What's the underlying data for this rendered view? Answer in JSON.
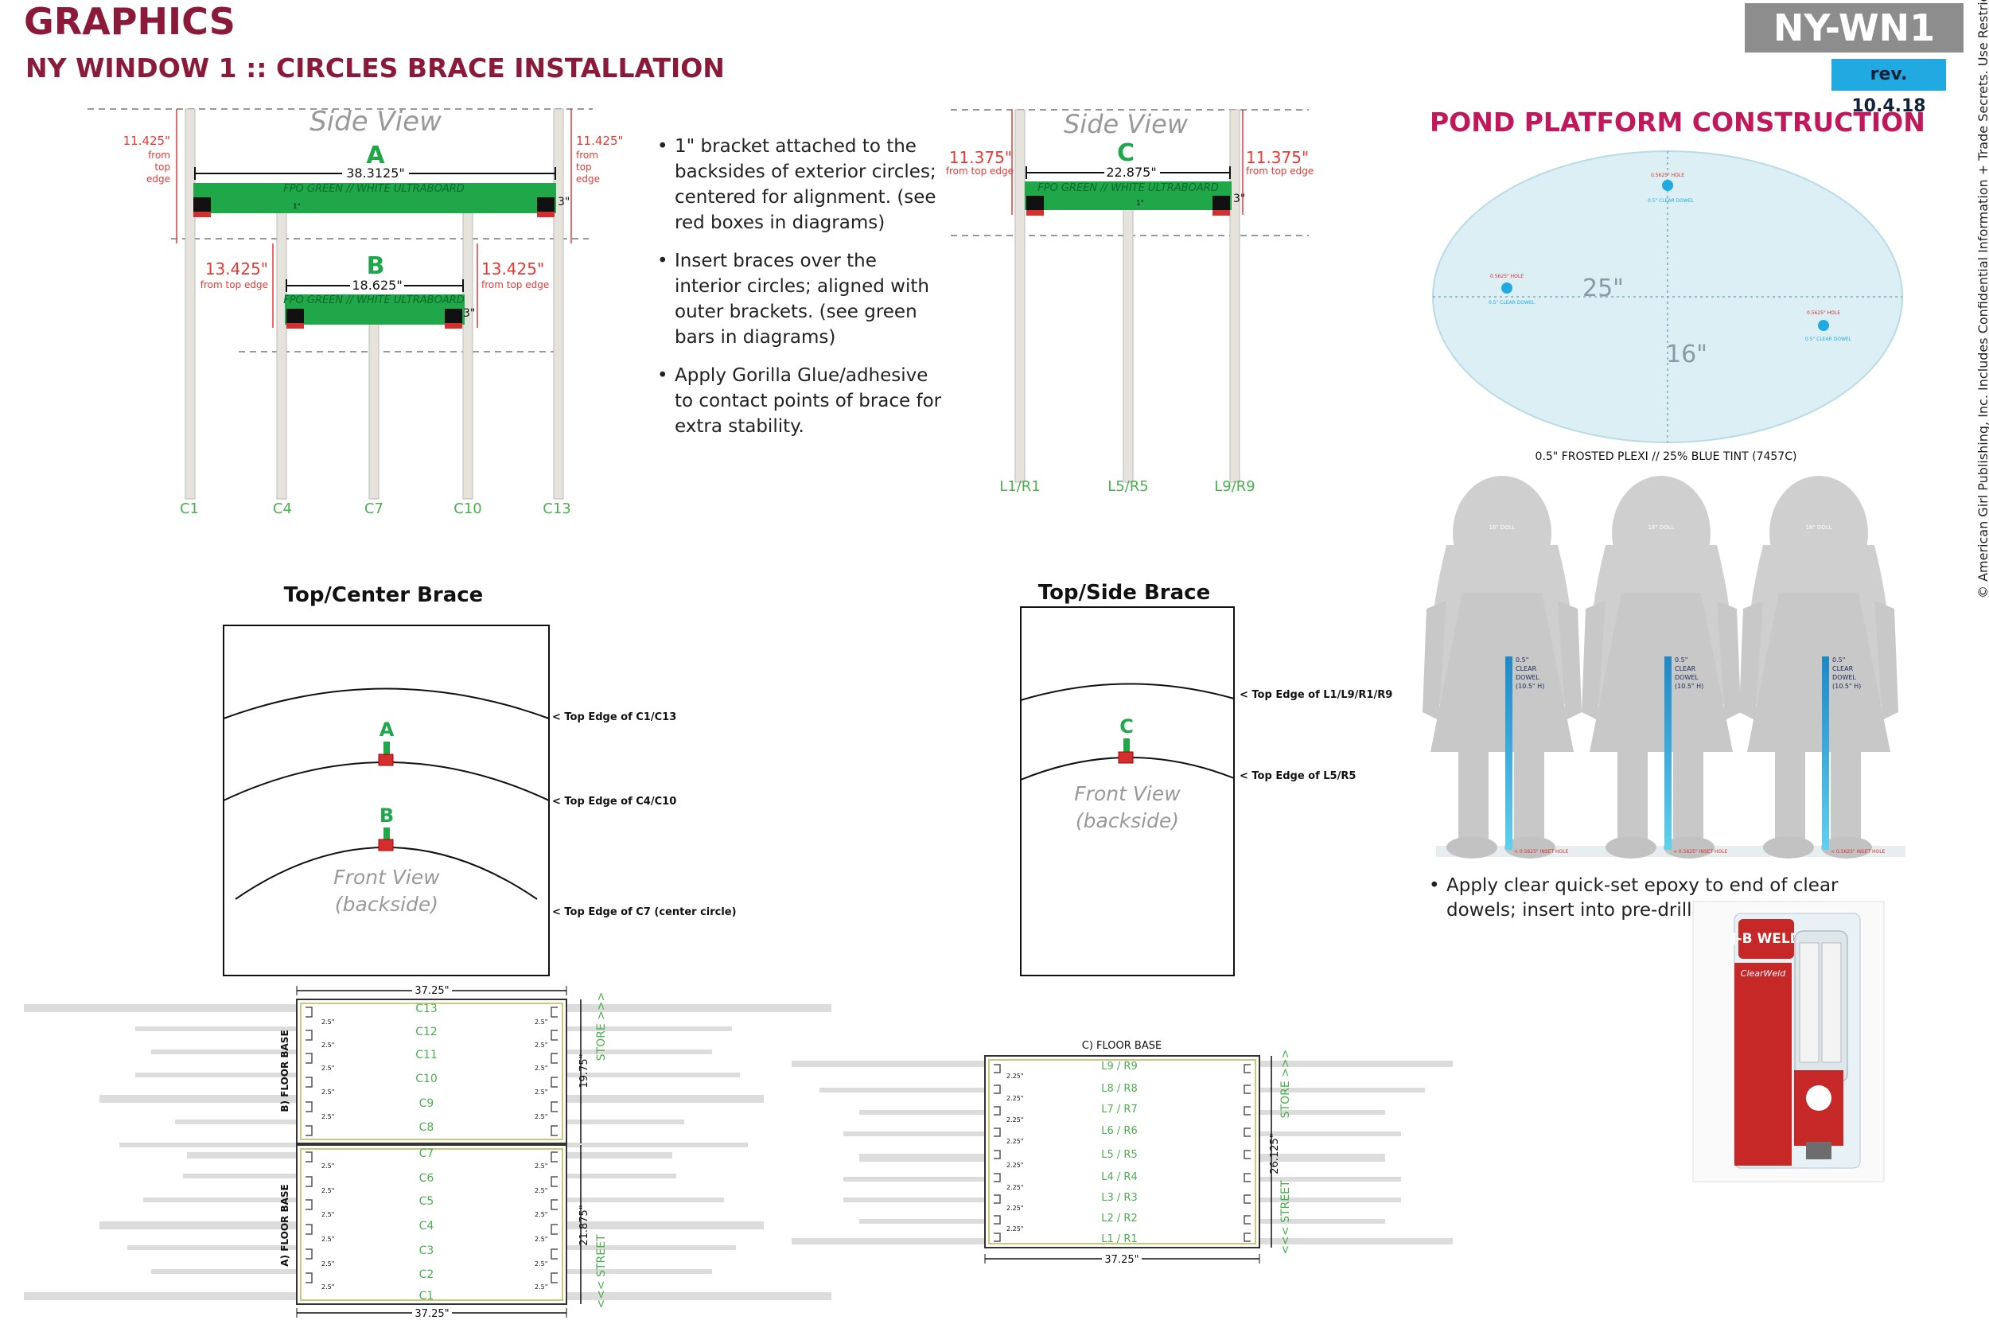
{
  "header": {
    "title": "GRAPHICS",
    "subtitle": "NY WINDOW 1 :: CIRCLES BRACE INSTALLATION",
    "code": "NY-WN1",
    "rev": "rev. 10.4.18",
    "side_note": "© American Girl Publishing, Inc. Includes Confidential Information + Trade Secrets. Use Restrictions Apply."
  },
  "colors": {
    "brand": "#8b1a3a",
    "green": "#1fa74a",
    "red": "#d32f2f",
    "blue": "#21a9e1",
    "measure_red": "#e53935"
  },
  "side_view_left": {
    "title": "Side View",
    "brace_a": {
      "letter": "A",
      "width": "38.3125\"",
      "board": "FPO GREEN // WHITE ULTRABOARD",
      "height": "3\"",
      "bracket": "1\""
    },
    "brace_b": {
      "letter": "B",
      "width": "18.625\"",
      "board": "FPO GREEN // WHITE ULTRABOARD",
      "height": "3\""
    },
    "dim_top_left": [
      "11.425\"",
      "from",
      "top",
      "edge"
    ],
    "dim_top_right": [
      "11.425\"",
      "from",
      "top",
      "edge"
    ],
    "dim_mid_left": [
      "13.425\"",
      "from top edge"
    ],
    "dim_mid_right": [
      "13.425\"",
      "from top edge"
    ],
    "posts": [
      "C1",
      "C4",
      "C7",
      "C10",
      "C13"
    ]
  },
  "side_view_right": {
    "title": "Side View",
    "brace_c": {
      "letter": "C",
      "width": "22.875\"",
      "board": "FPO GREEN // WHITE ULTRABOARD",
      "height": "3\"",
      "bracket": "1\""
    },
    "dim_left": [
      "11.375\"",
      "from top edge"
    ],
    "dim_right": [
      "11.375\"",
      "from top edge"
    ],
    "posts": [
      "L1/R1",
      "L5/R5",
      "L9/R9"
    ]
  },
  "instructions": [
    "1\" bracket attached to the backsides of exterior circles; centered for alignment. (see red boxes in diagrams)",
    "Insert braces over the interior circles; aligned with outer brackets. (see green bars in diagrams)",
    "Apply Gorilla Glue/adhesive to contact points of brace for extra stability."
  ],
  "top_center_brace": {
    "title": "Top/Center Brace",
    "front_view": [
      "Front View",
      "(backside)"
    ],
    "marker_a": "A",
    "marker_b": "B",
    "edge_labels": [
      "< Top Edge of C1/C13",
      "< Top Edge of C4/C10",
      "< Top Edge of C7 (center circle)"
    ]
  },
  "top_side_brace": {
    "title": "Top/Side Brace",
    "front_view": [
      "Front View",
      "(backside)"
    ],
    "marker_c": "C",
    "edge_labels": [
      "< Top Edge of L1/L9/R1/R9",
      "< Top Edge of L5/R5"
    ]
  },
  "pond": {
    "title": "POND PLATFORM CONSTRUCTION",
    "width": "25\"",
    "depth": "16\"",
    "hole_label": "0.5625\" HOLE",
    "dowel_label": "0.5\" CLEAR DOWEL",
    "caption": "0.5\" FROSTED PLEXI // 25% BLUE TINT (7457C)"
  },
  "dolls": {
    "dowel_lines": [
      "0.5\"",
      "CLEAR",
      "DOWEL",
      "(10.5\" H)"
    ],
    "hole_tag": "< 0.5625\" INSET HOLE",
    "head_tag": "18\" DOLL",
    "instruction": "Apply clear quick-set epoxy to end of clear dowels; insert into pre-drilled holes."
  },
  "product": {
    "brand": "J-B WELD",
    "name": "ClearWeld"
  },
  "floor_bases": {
    "b_label": "B) FLOOR BASE",
    "a_label": "A) FLOOR BASE",
    "width": "37.25\"",
    "b_height": "19.75\"",
    "a_height": "21.875\"",
    "spacing": "2.5\"",
    "store": "STORE >>>",
    "street": "<<< STREET",
    "b_rows": [
      "C13",
      "C12",
      "C11",
      "C10",
      "C9",
      "C8"
    ],
    "a_rows": [
      "C7",
      "C6",
      "C5",
      "C4",
      "C3",
      "C2",
      "C1"
    ],
    "c_label": "C) FLOOR BASE",
    "c_width": "37.25\"",
    "c_height": "26.125\"",
    "c_spacing": "2.25\"",
    "c_rows": [
      "L9 / R9",
      "L8 / R8",
      "L7 / R7",
      "L6 / R6",
      "L5 / R5",
      "L4 / R4",
      "L3 / R3",
      "L2 / R2",
      "L1 / R1"
    ]
  }
}
